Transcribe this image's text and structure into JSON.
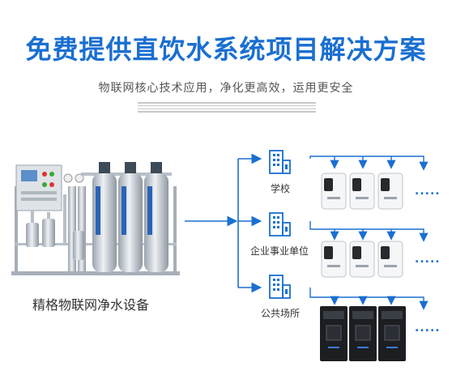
{
  "header": {
    "title": "免费提供直饮水系统项目解决方案",
    "subtitle": "物联网核心技术应用，净化更高效，运用更安全"
  },
  "equipment": {
    "label": "精格物联网净水设备"
  },
  "branches": [
    {
      "label": "学校",
      "more": "....."
    },
    {
      "label": "企业事业单位",
      "more": "....."
    },
    {
      "label": "公共场所",
      "more": "....."
    }
  ],
  "colors": {
    "brand_blue": "#1a6fd1",
    "text_dark": "#333333",
    "steel": "#c5ccd4"
  },
  "icons": [
    "building-icon",
    "water-dispenser-icon",
    "arrow-icon"
  ]
}
